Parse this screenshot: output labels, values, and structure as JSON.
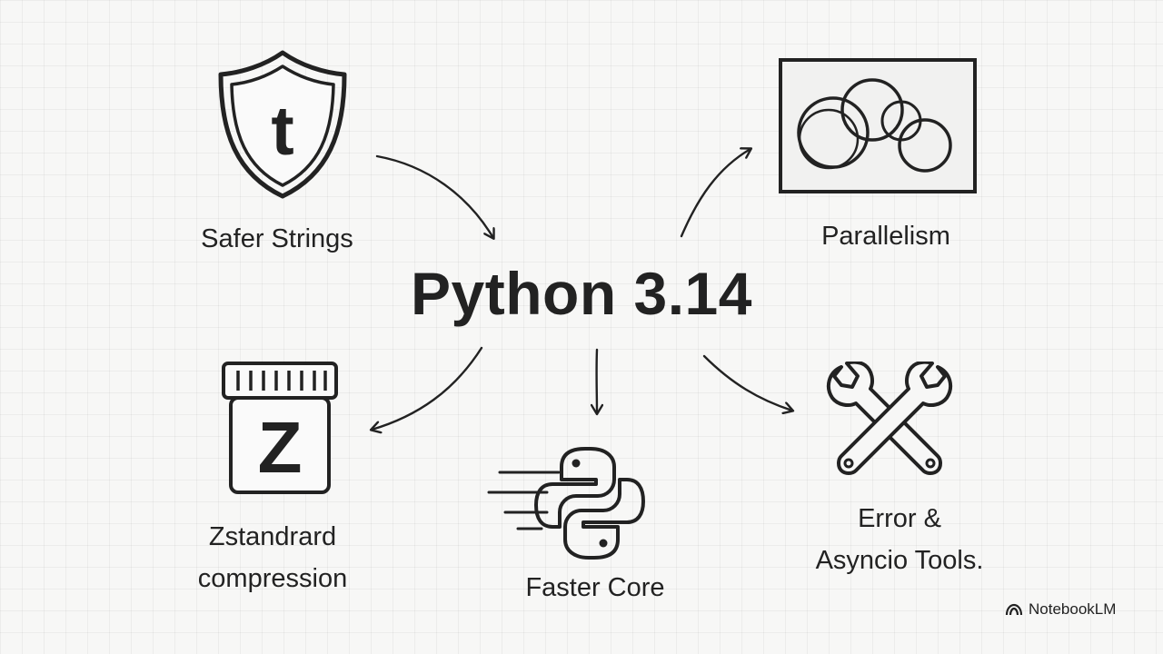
{
  "title": "Python 3.14",
  "features": {
    "safer_strings": "Safer Strings",
    "parallelism": "Parallelism",
    "zstandard_line1": "Zstandrard",
    "zstandard_line2": "compression",
    "faster_core": "Faster Core",
    "error_line1": "Error &",
    "error_line2": "Asyncio Tools."
  },
  "icons": {
    "shield_letter": "t",
    "jar_letter": "Z"
  },
  "brand": {
    "name": "NotebookLM",
    "icon": "notebooklm-logo-icon"
  },
  "colors": {
    "ink": "#222222",
    "background": "#f7f7f6"
  }
}
